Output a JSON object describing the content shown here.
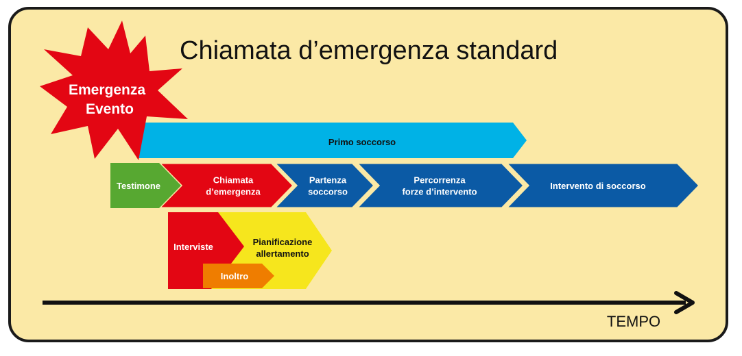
{
  "title": "Chiamata d’emergenza standard",
  "event": {
    "line1": "Emergenza",
    "line2": "Evento",
    "color": "#e30613"
  },
  "first_aid": {
    "label": "Primo soccorso",
    "color": "#00b2e6"
  },
  "process": [
    {
      "lines": [
        "Testimone"
      ],
      "color": "#57a831",
      "text_color": "#ffffff"
    },
    {
      "lines": [
        "Chiamata",
        "d’emergenza"
      ],
      "color": "#e30613",
      "text_color": "#ffffff"
    },
    {
      "lines": [
        "Partenza",
        "soccorso"
      ],
      "color": "#0b5aa5",
      "text_color": "#ffffff"
    },
    {
      "lines": [
        "Percorrenza",
        "forze d’intervento"
      ],
      "color": "#0b5aa5",
      "text_color": "#ffffff"
    },
    {
      "lines": [
        "Intervento di soccorso"
      ],
      "color": "#0b5aa5",
      "text_color": "#ffffff"
    }
  ],
  "call_detail": {
    "interviews": {
      "label": "Interviste",
      "color": "#e30613"
    },
    "forwarding": {
      "label": "Inoltro",
      "color": "#ef7d00"
    },
    "planning": {
      "line1": "Pianificazione",
      "line2": "allertamento",
      "color": "#f6e61d"
    }
  },
  "axis": {
    "label": "TEMPO"
  }
}
